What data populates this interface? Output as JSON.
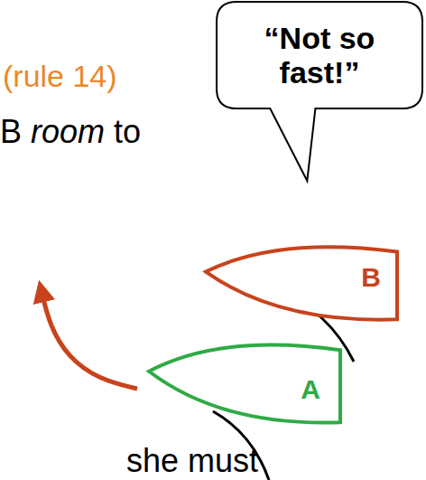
{
  "diagram": {
    "nodes": [
      {
        "text": [
          "“Not so fast!”"
        ]
      },
      {
        "text": [
          "B"
        ]
      },
      {
        "text": [
          "A"
        ]
      }
    ],
    "labels": [
      "(rule 14)",
      "B room to",
      "she must"
    ]
  }
}
